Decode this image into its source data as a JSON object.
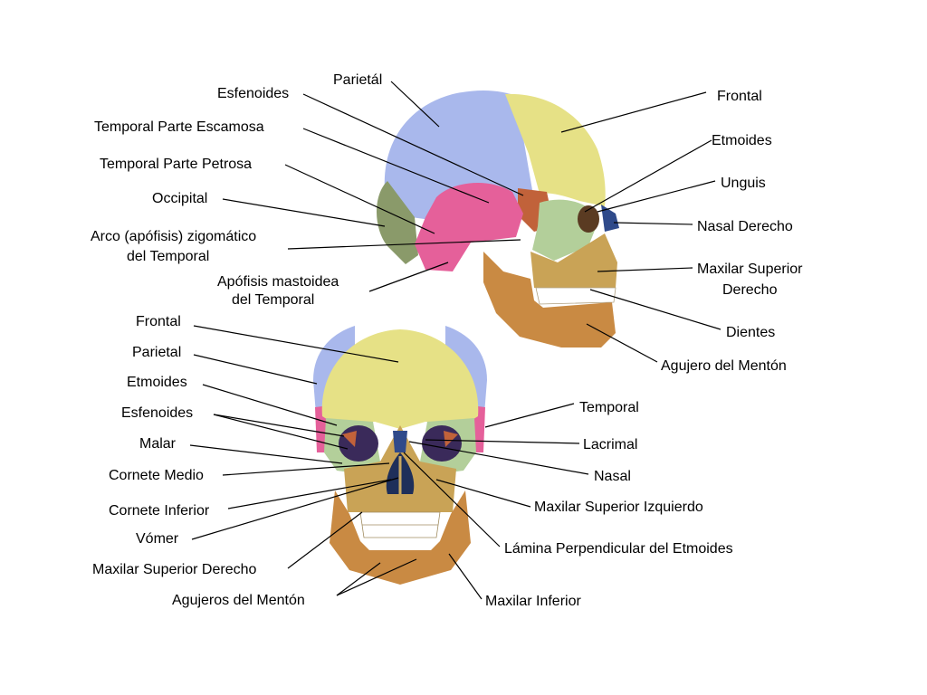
{
  "colors": {
    "frontal": "#e6e186",
    "parietal": "#a9b8ec",
    "occipital": "#8a9a6a",
    "sphenoid": "#c1623a",
    "temporal": "#e5609a",
    "malar": "#b3cf9a",
    "maxilla": "#c9a356",
    "mandible": "#c98a43",
    "teeth": "#ffffff",
    "nasal": "#2f4a8a",
    "lines": "#000000"
  },
  "lateral_view": {
    "labels": {
      "parietal": "Parietál",
      "sphenoid": "Esfenoides",
      "temporal_squamous": "Temporal Parte Escamosa",
      "temporal_petrous": "Temporal Parte Petrosa",
      "occipital": "Occipital",
      "zygomatic_arch_1": "Arco (apófisis) zigomático",
      "zygomatic_arch_2": "del Temporal",
      "mastoid_1": "Apófisis mastoidea",
      "mastoid_2": "del Temporal",
      "frontal": "Frontal",
      "ethmoid": "Etmoides",
      "lacrimal": "Unguis",
      "nasal_right": "Nasal Derecho",
      "maxilla_1": "Maxilar Superior",
      "maxilla_2": "Derecho",
      "teeth": "Dientes",
      "mental_foramen": "Agujero del Mentón"
    }
  },
  "frontal_view": {
    "labels": {
      "frontal": "Frontal",
      "parietal": "Parietal",
      "ethmoid": "Etmoides",
      "sphenoid": "Esfenoides",
      "malar": "Malar",
      "middle_concha": "Cornete Medio",
      "inferior_concha": "Cornete Inferior",
      "vomer": "Vómer",
      "maxilla_right": "Maxilar Superior Derecho",
      "mental_foramina": "Agujeros del Mentón",
      "temporal": "Temporal",
      "lacrimal": "Lacrimal",
      "nasal": "Nasal",
      "maxilla_left": "Maxilar Superior Izquierdo",
      "perpendicular_plate": "Lámina Perpendicular del Etmoides",
      "mandible": "Maxilar Inferior"
    }
  }
}
